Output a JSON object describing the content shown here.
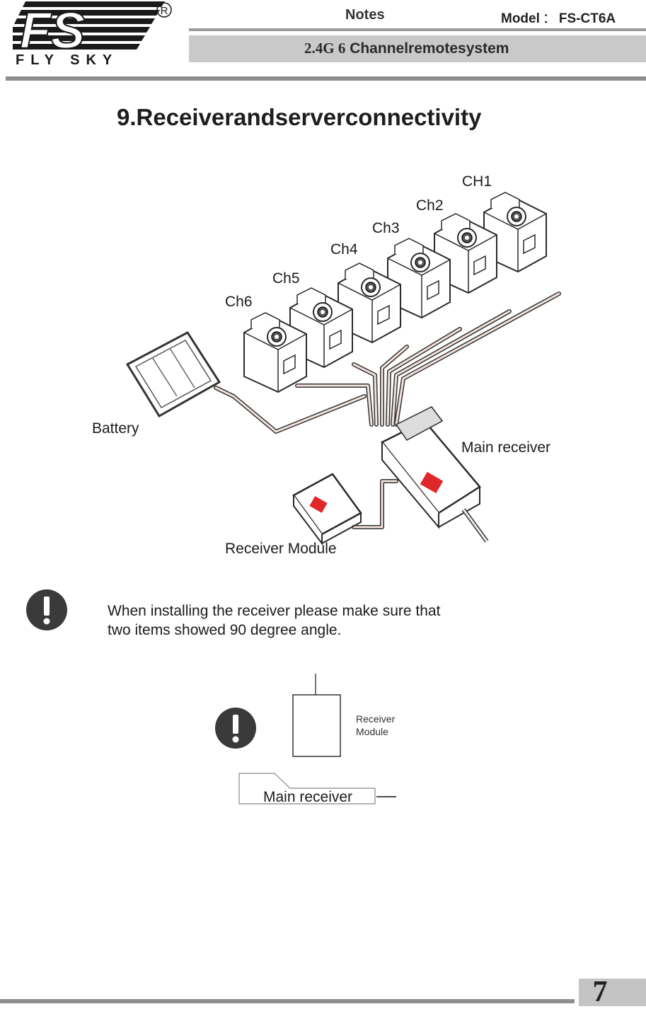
{
  "header": {
    "brand_name": "FLY SKY",
    "logo_mark": "FS",
    "registered": "R",
    "notes": "Notes",
    "model_label": "Model",
    "model_colon": "：",
    "model_value": "FS-CT6A",
    "subtitle_version": "2.4G 6",
    "subtitle_text": "Channelremotesystem"
  },
  "section": {
    "title": "9.Receiverandserverconnectivity"
  },
  "diagram": {
    "servo_labels": [
      "CH1",
      "Ch2",
      "Ch3",
      "Ch4",
      "Ch5",
      "Ch6"
    ],
    "battery_label": "Battery",
    "main_receiver_label": "Main receiver",
    "receiver_module_label": "Receiver Module"
  },
  "note": {
    "icon": "exclamation-icon",
    "line1": "When installing the receiver please make sure that",
    "line2": "two items showed 90 degree angle."
  },
  "orientation": {
    "module_label_line1": "Receiver",
    "module_label_line2": "Module",
    "main_receiver_label": "Main receiver"
  },
  "footer": {
    "page_number": "7"
  },
  "colors": {
    "header_band": "#c9c9c9",
    "rule": "#8e8e8e",
    "receiver_red": "#e0272a"
  }
}
